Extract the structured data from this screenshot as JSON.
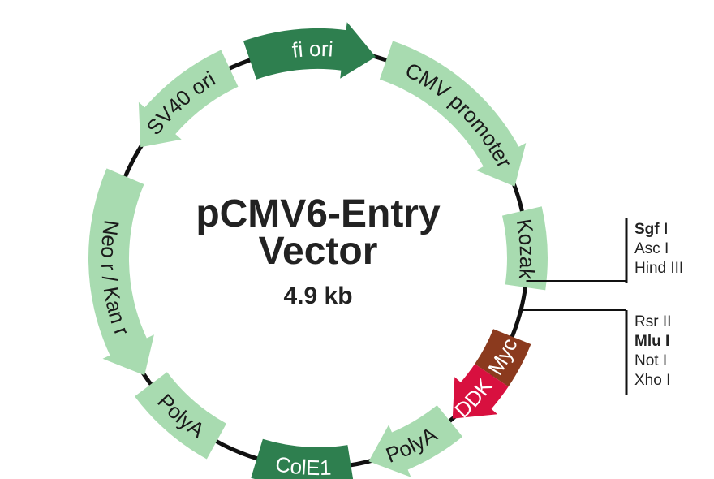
{
  "title": {
    "line1": "pCMV6-Entry",
    "line2": "Vector",
    "size": "4.9 kb"
  },
  "colors": {
    "backbone": "#111111",
    "light_feature": "#a8dbb0",
    "dark_feature": "#2e7f4f",
    "ddk": "#d8103f",
    "myc": "#8b3a1e"
  },
  "features": [
    {
      "name": "fi-ori",
      "label": "fi ori",
      "start_deg": -19,
      "end_deg": 16,
      "direction": "cw",
      "style": "dark"
    },
    {
      "name": "cmv-promoter",
      "label": "CMV promoter",
      "start_deg": 19,
      "end_deg": 70,
      "direction": "cw",
      "style": "light"
    },
    {
      "name": "kozak",
      "label": "Kozak",
      "start_deg": 77,
      "end_deg": 98,
      "direction": "none",
      "style": "light"
    },
    {
      "name": "myc",
      "label": "Myc",
      "start_deg": 112,
      "end_deg": 124,
      "direction": "none",
      "style": "myc"
    },
    {
      "name": "ddk",
      "label": "DDK",
      "start_deg": 124,
      "end_deg": 140,
      "direction": "cw",
      "style": "ddk"
    },
    {
      "name": "polya-right",
      "label": "PolyA",
      "start_deg": 141,
      "end_deg": 166,
      "direction": "cw",
      "style": "light"
    },
    {
      "name": "cole1",
      "label": "ColE1",
      "start_deg": 171,
      "end_deg": 197,
      "direction": "none",
      "style": "dark"
    },
    {
      "name": "polya-left",
      "label": "PolyA",
      "start_deg": 209,
      "end_deg": 233,
      "direction": "none",
      "style": "light"
    },
    {
      "name": "neo-kan",
      "label": "Neo r / Kan r",
      "start_deg": 293,
      "end_deg": 236,
      "direction": "ccw",
      "style": "light"
    },
    {
      "name": "sv40-ori",
      "label": "SV40 ori",
      "start_deg": 335,
      "end_deg": 302,
      "direction": "ccw",
      "style": "light"
    }
  ],
  "site_groups": [
    {
      "name": "sites-upper",
      "sites": [
        {
          "label": "Sgf I",
          "bold": true
        },
        {
          "label": "Asc I",
          "bold": false
        },
        {
          "label": "Hind III",
          "bold": false
        }
      ]
    },
    {
      "name": "sites-lower",
      "sites": [
        {
          "label": "Rsr II",
          "bold": false
        },
        {
          "label": "Mlu I",
          "bold": true
        },
        {
          "label": "Not I",
          "bold": false
        },
        {
          "label": "Xho I",
          "bold": false
        }
      ]
    }
  ]
}
